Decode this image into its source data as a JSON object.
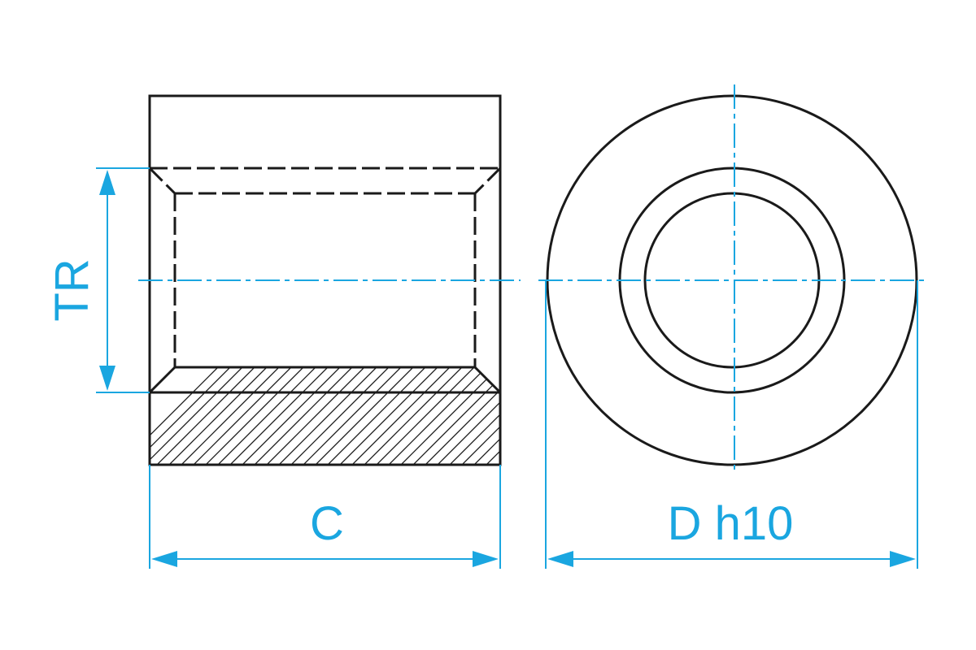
{
  "labels": {
    "thread": "TR",
    "length": "C",
    "diameter": "D h10"
  },
  "colors": {
    "dimension": "#1aa6e0",
    "outline": "#1a1a1a",
    "background": "#ffffff"
  }
}
